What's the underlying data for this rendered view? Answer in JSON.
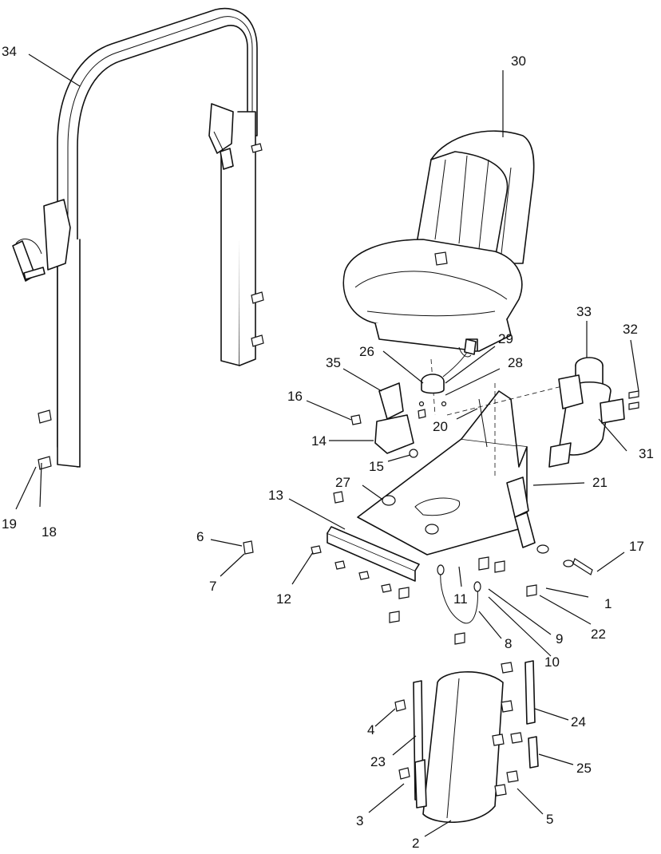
{
  "callouts": {
    "c1": "1",
    "c2": "2",
    "c3": "3",
    "c4": "4",
    "c5": "5",
    "c6": "6",
    "c7": "7",
    "c8": "8",
    "c9": "9",
    "c10": "10",
    "c11": "11",
    "c12": "12",
    "c13": "13",
    "c14": "14",
    "c15": "15",
    "c16": "16",
    "c17": "17",
    "c18": "18",
    "c19": "19",
    "c20": "20",
    "c21": "21",
    "c22": "22",
    "c23": "23",
    "c24": "24",
    "c25": "25",
    "c26": "26",
    "c27": "27",
    "c28": "28",
    "c29": "29",
    "c30": "30",
    "c31": "31",
    "c32": "32",
    "c33": "33",
    "c34": "34",
    "c35": "35"
  },
  "colors": {
    "line": "#111111",
    "background": "#ffffff"
  }
}
